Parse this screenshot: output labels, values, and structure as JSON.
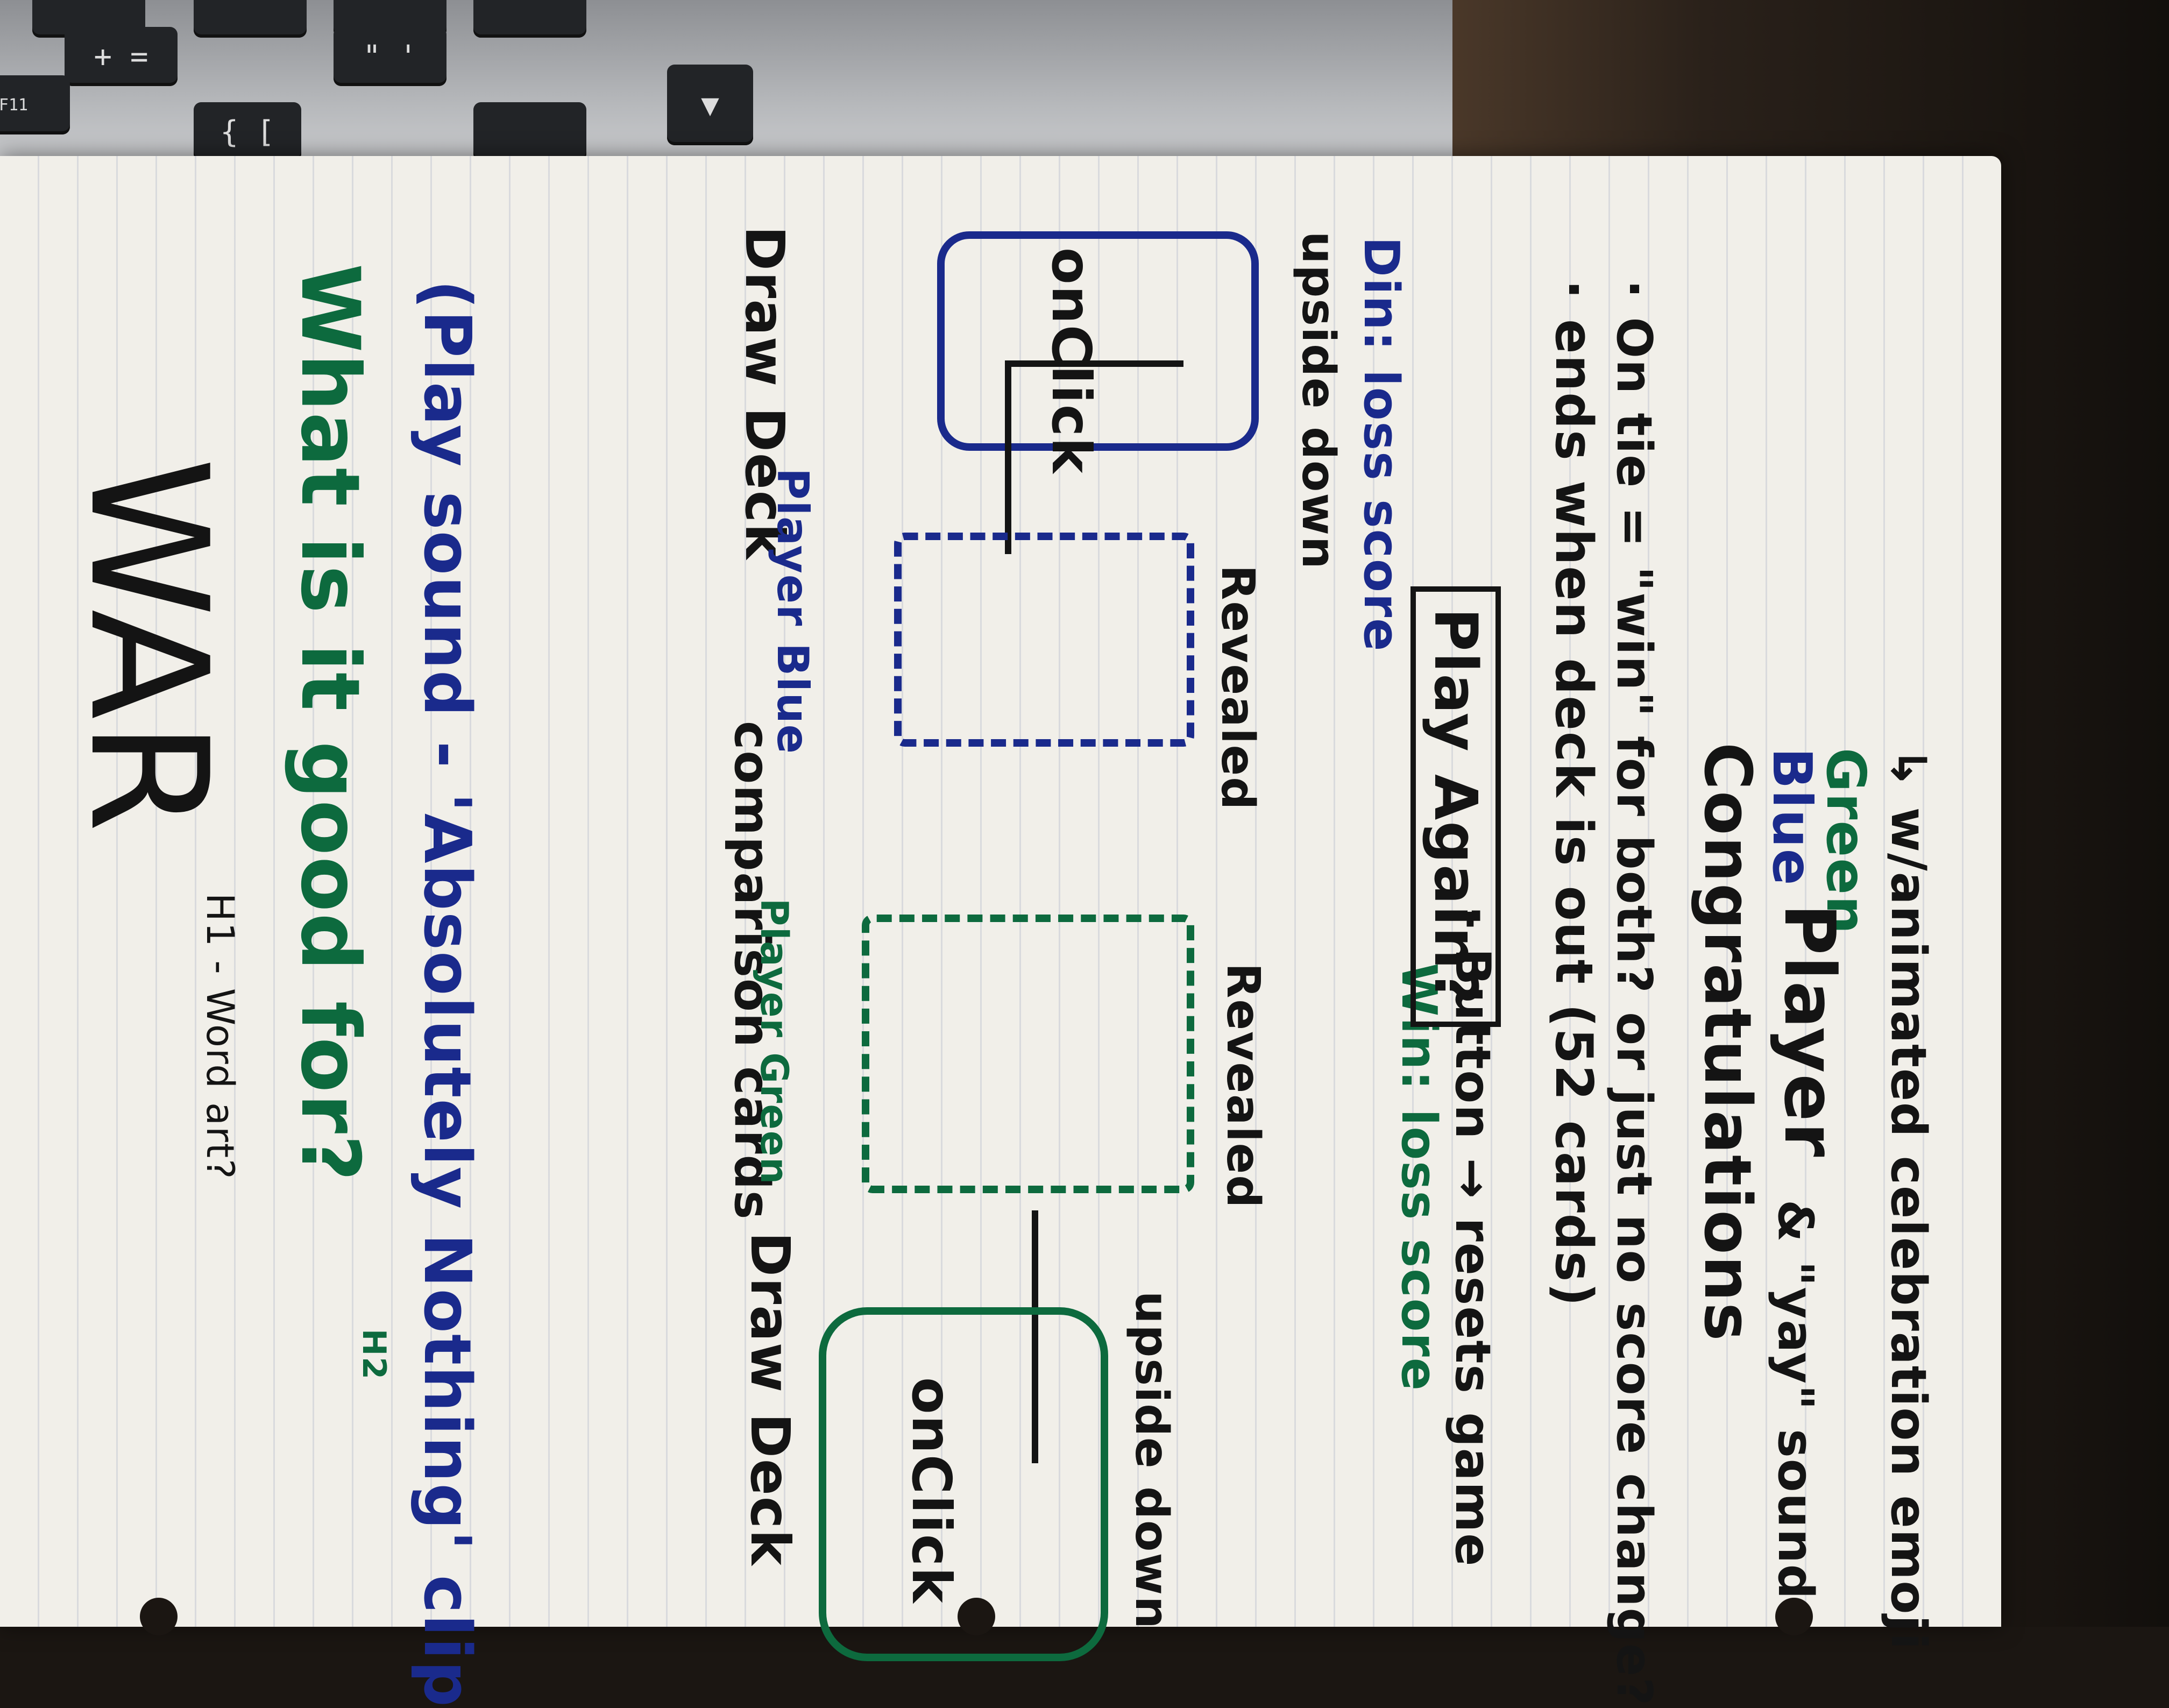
{
  "keyboard": {
    "keys": [
      "+ =",
      "\" '",
      "{ [",
      "F11",
      "▼"
    ]
  },
  "notes": {
    "title": "WAR",
    "title_tag": "H1 - Word art?",
    "question": "What is it good for?",
    "question_tag": "H2",
    "answer": "(Play sound - 'Absolutely Nothing' clip",
    "left_deck_label": "Draw Deck",
    "left_player_label": "Player Blue",
    "left_deck_action": "onClick",
    "left_deck_state": "upside down",
    "left_reveal_state": "Revealed",
    "comparison_label": "comparison cards",
    "right_player_label": "Player Green",
    "right_deck_label": "Draw Deck",
    "right_deck_action": "onClick",
    "right_deck_state": "upside down",
    "right_reveal_state": "Revealed",
    "left_score": "Din: loss score",
    "right_score": "Win: loss score",
    "play_again_button": "Play Again?",
    "play_again_note": "- Button → resets game",
    "end_rule_1": "· ends when deck is out (52 cards)",
    "end_rule_2": "· On tie = \"win\" for both? or just no score change?",
    "congrats": "Congratulations",
    "congrats_blue": "Blue",
    "congrats_green": "Green",
    "congrats_player": "Player",
    "congrats_sound": "& \"yay\" sound",
    "congrats_emoji": "↳ w/animated celebration emoji"
  }
}
